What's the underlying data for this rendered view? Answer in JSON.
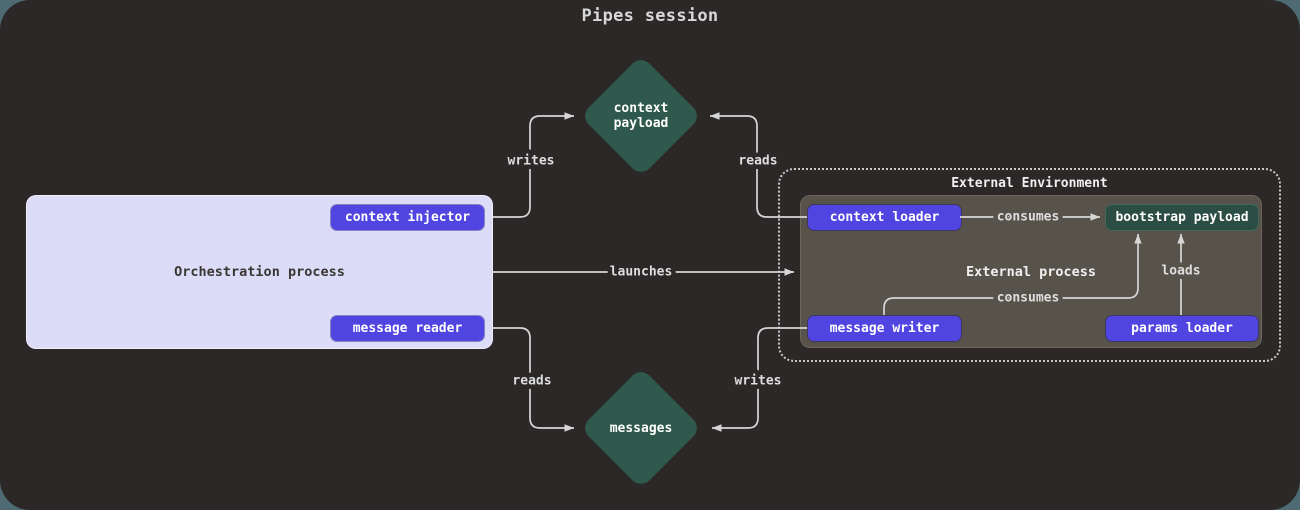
{
  "title": "Pipes session",
  "diagram": {
    "context_payload": "context payload",
    "messages": "messages",
    "orchestration": {
      "title": "Orchestration process",
      "context_injector": "context injector",
      "message_reader": "message reader"
    },
    "external_environment": {
      "title": "External Environment",
      "process_title": "External process",
      "context_loader": "context loader",
      "bootstrap_payload": "bootstrap payload",
      "message_writer": "message writer",
      "params_loader": "params loader"
    },
    "edges": {
      "injector_writes": "writes",
      "loader_reads": "reads",
      "launches": "launches",
      "loader_consumes": "consumes",
      "writer_consumes": "consumes",
      "params_loads": "loads",
      "reader_reads": "reads",
      "writer_writes": "writes"
    }
  },
  "colors": {
    "page_background": "#4e6b74",
    "canvas_background": "#2b2827",
    "node_accent_purple": "#5145e1",
    "store_diamond_teal": "#2f594c",
    "payload_box_teal": "#2b4d44",
    "orchestration_lavender": "#dcdcf8",
    "external_process_olive": "#57534a",
    "edge_line": "#d6d6d6"
  }
}
